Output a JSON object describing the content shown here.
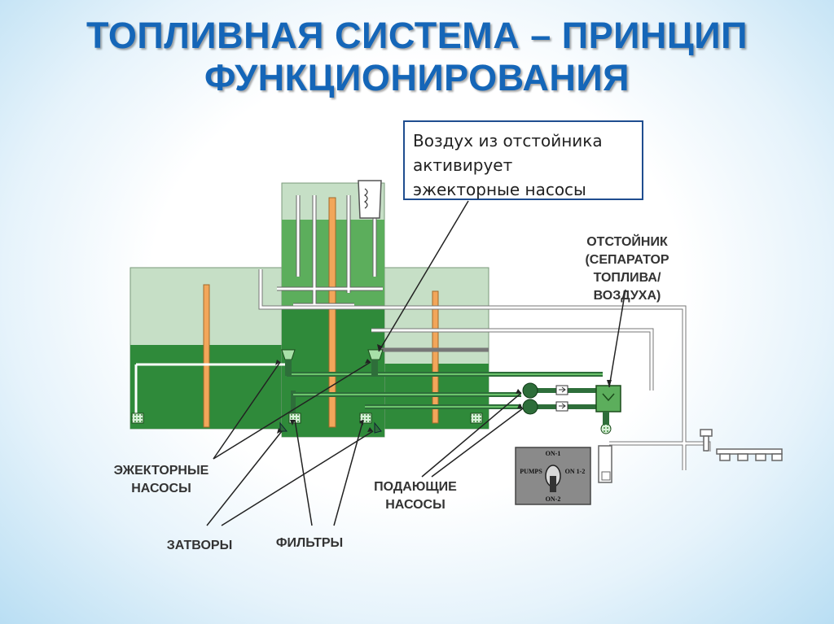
{
  "title": {
    "line1": "ТОПЛИВНАЯ СИСТЕМА – ПРИНЦИП",
    "line2": "ФУНКЦИОНИРОВАНИЯ"
  },
  "callout": {
    "line1": "Воздух из отстойника",
    "line2": "активирует",
    "line3": "эжекторные насосы"
  },
  "labels": {
    "separator": {
      "line1": "ОТСТОЙНИК",
      "line2": "(СЕПАРАТОР",
      "line3": "ТОПЛИВА/ВОЗДУХА)"
    },
    "ejector_pumps": {
      "line1": "ЭЖЕКТОРНЫЕ",
      "line2": "НАСОСЫ"
    },
    "feed_pumps": {
      "line1": "ПОДАЮЩИЕ",
      "line2": "НАСОСЫ"
    },
    "valves": "ЗАТВОРЫ",
    "filters": "ФИЛЬТРЫ"
  },
  "pump_switch": {
    "top": "ON-1",
    "left": "PUMPS",
    "right": "ON 1-2",
    "bottom": "ON-2"
  },
  "colors": {
    "title": "#1566b8",
    "tank_light": "#c6dfc6",
    "fuel_mid": "#5cae5c",
    "fuel_dark": "#2f8a3a",
    "pipe_dark": "#2e6e3a",
    "rod_orange": "#f2a65a",
    "panel_gray": "#8a8a8a"
  }
}
